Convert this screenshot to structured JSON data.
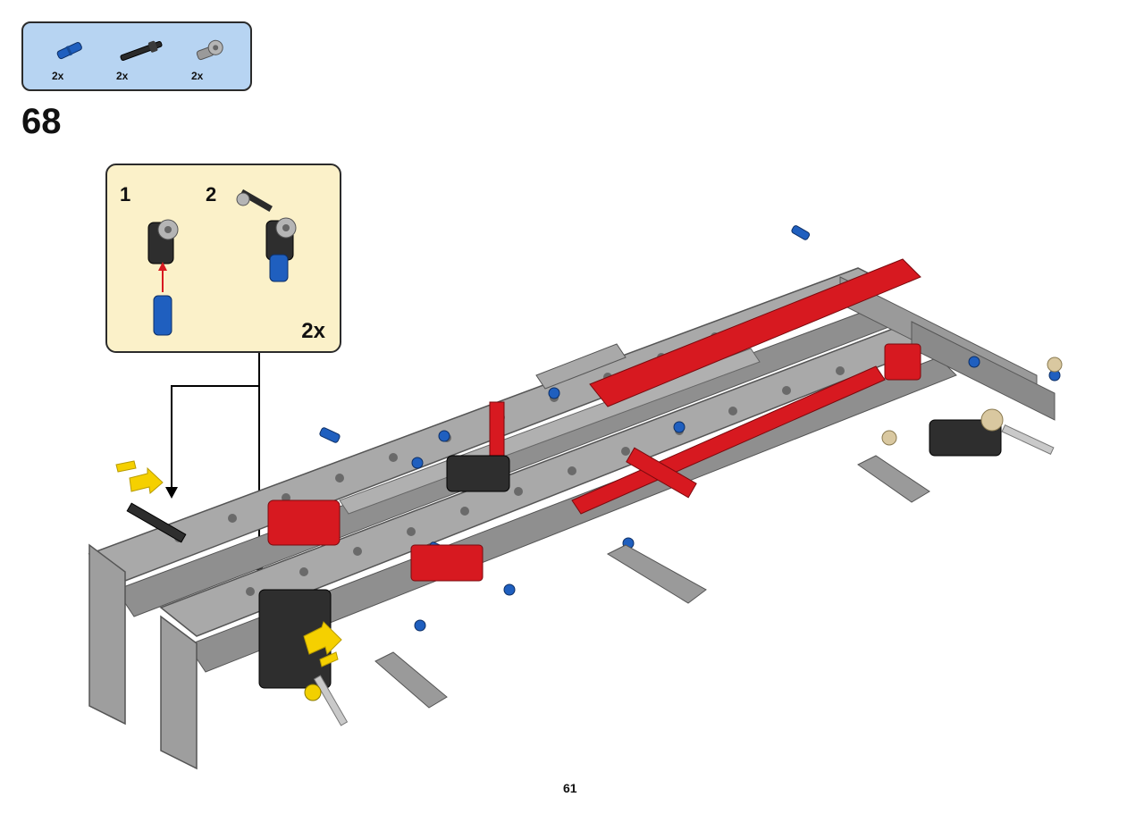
{
  "parts_list": {
    "items": [
      {
        "icon": "blue-axle-pin-icon",
        "qty": "2x"
      },
      {
        "icon": "black-axle-icon",
        "qty": "2x"
      },
      {
        "icon": "gray-axle-connector-icon",
        "qty": "2x"
      }
    ]
  },
  "step": {
    "number": "68"
  },
  "sub_assembly": {
    "step_1": "1",
    "step_2": "2",
    "multiplier": "2x"
  },
  "page": {
    "number": "61"
  },
  "colors": {
    "parts_box_bg": "#b7d4f2",
    "sub_box_bg": "#fbf1c9",
    "beam_gray": "#a9a9a9",
    "accent_red": "#d71920",
    "pin_blue": "#1f5fbf",
    "arrow_yellow": "#f5d000"
  }
}
